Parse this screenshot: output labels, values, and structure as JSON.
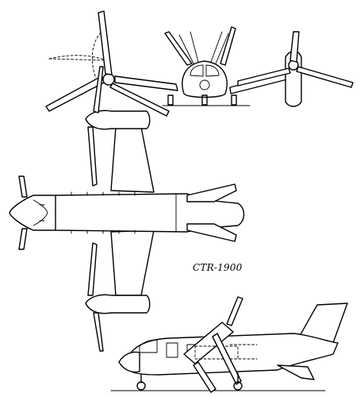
{
  "figure": {
    "caption": "CTR-1900",
    "views": [
      "front-view",
      "top-view",
      "side-view"
    ]
  },
  "colors": {
    "line": "#000000",
    "background": "#ffffff"
  }
}
